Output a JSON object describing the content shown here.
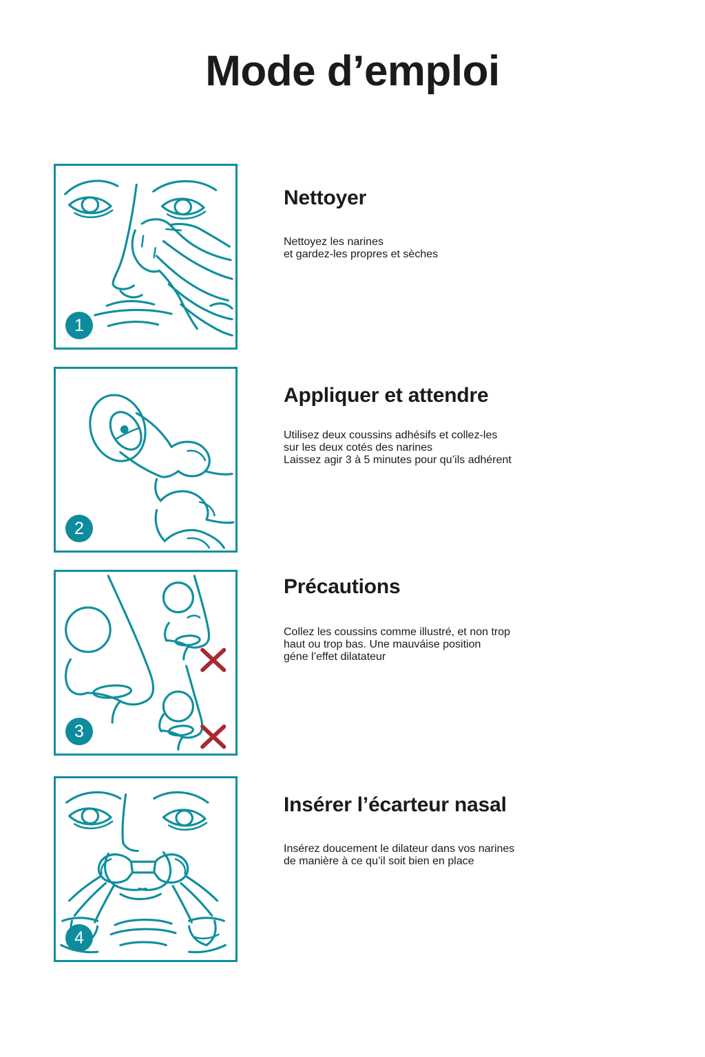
{
  "title": "Mode d’emploi",
  "colors": {
    "teal": "#0f8f9e",
    "badge_teal": "#0e8c9e",
    "cross_red": "#a52a33",
    "text": "#1b1b1b",
    "background": "#ffffff"
  },
  "steps": [
    {
      "number": "1",
      "title": "Nettoyer",
      "illustration": "face-wiping-nose-with-tissue",
      "body_lines": [
        "Nettoyez les narines",
        "et gardez-les propres et sèches"
      ]
    },
    {
      "number": "2",
      "title": "Appliquer et attendre",
      "illustration": "fingertip-holding-adhesive-cushion",
      "body_lines": [
        "Utilisez deux coussins adhésifs et collez-les",
        "sur les deux cotés des narines",
        "Laissez agir 3 à 5 minutes pour qu’ils adhérent"
      ]
    },
    {
      "number": "3",
      "title": "Précautions",
      "illustration": "nose-profile-correct-and-two-incorrect-positions",
      "body_lines": [
        "Collez les coussins comme illustré, et non trop",
        "haut ou trop bas. Une mauváise position",
        "géne l’effet dilatateur"
      ]
    },
    {
      "number": "4",
      "title": "Insérer l’écarteur nasal",
      "illustration": "face-inserting-nasal-dilator-with-both-hands",
      "body_lines": [
        "Insérez doucement le dilateur dans vos narines",
        "de manière à ce qu’il soit bien en place"
      ]
    }
  ]
}
